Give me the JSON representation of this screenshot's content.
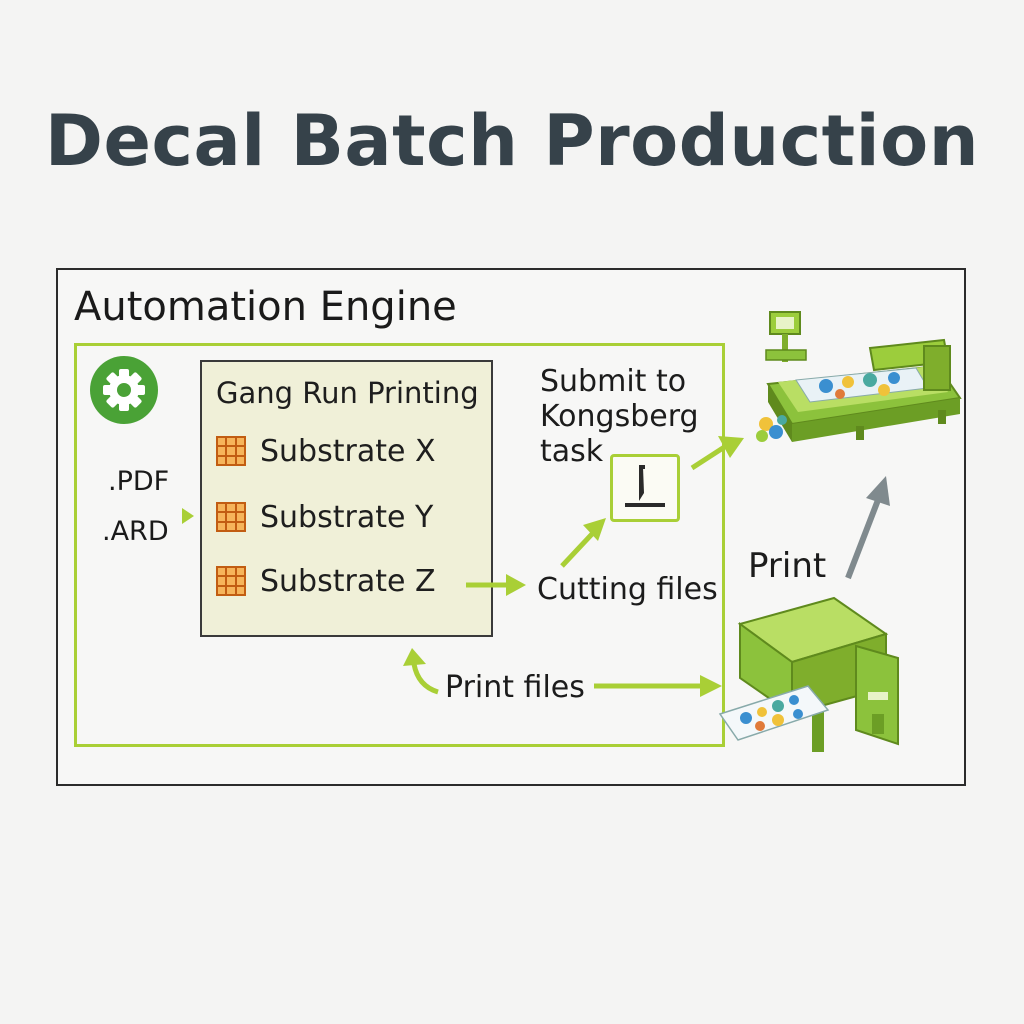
{
  "title": "Decal Batch Production",
  "engine": {
    "label": "Automation Engine",
    "inputs": [
      ".PDF",
      ".ARD"
    ]
  },
  "gang_run": {
    "title": "Gang Run Printing",
    "substrates": [
      "Substrate X",
      "Substrate Y",
      "Substrate Z"
    ]
  },
  "kongsberg_task": [
    "Submit to",
    "Kongsberg",
    "task"
  ],
  "cutting_files": "Cutting files",
  "print_files": "Print files",
  "print": "Print",
  "colors": {
    "accent": "#a9cf36",
    "gear": "#4aa236",
    "machine": "#8cc23c",
    "print_arrow": "#808a8e",
    "substrate_icon": "#e8842a"
  },
  "icons": [
    "gear-icon",
    "grid-icon",
    "blade-icon",
    "cutting-table-icon",
    "printer-icon"
  ]
}
